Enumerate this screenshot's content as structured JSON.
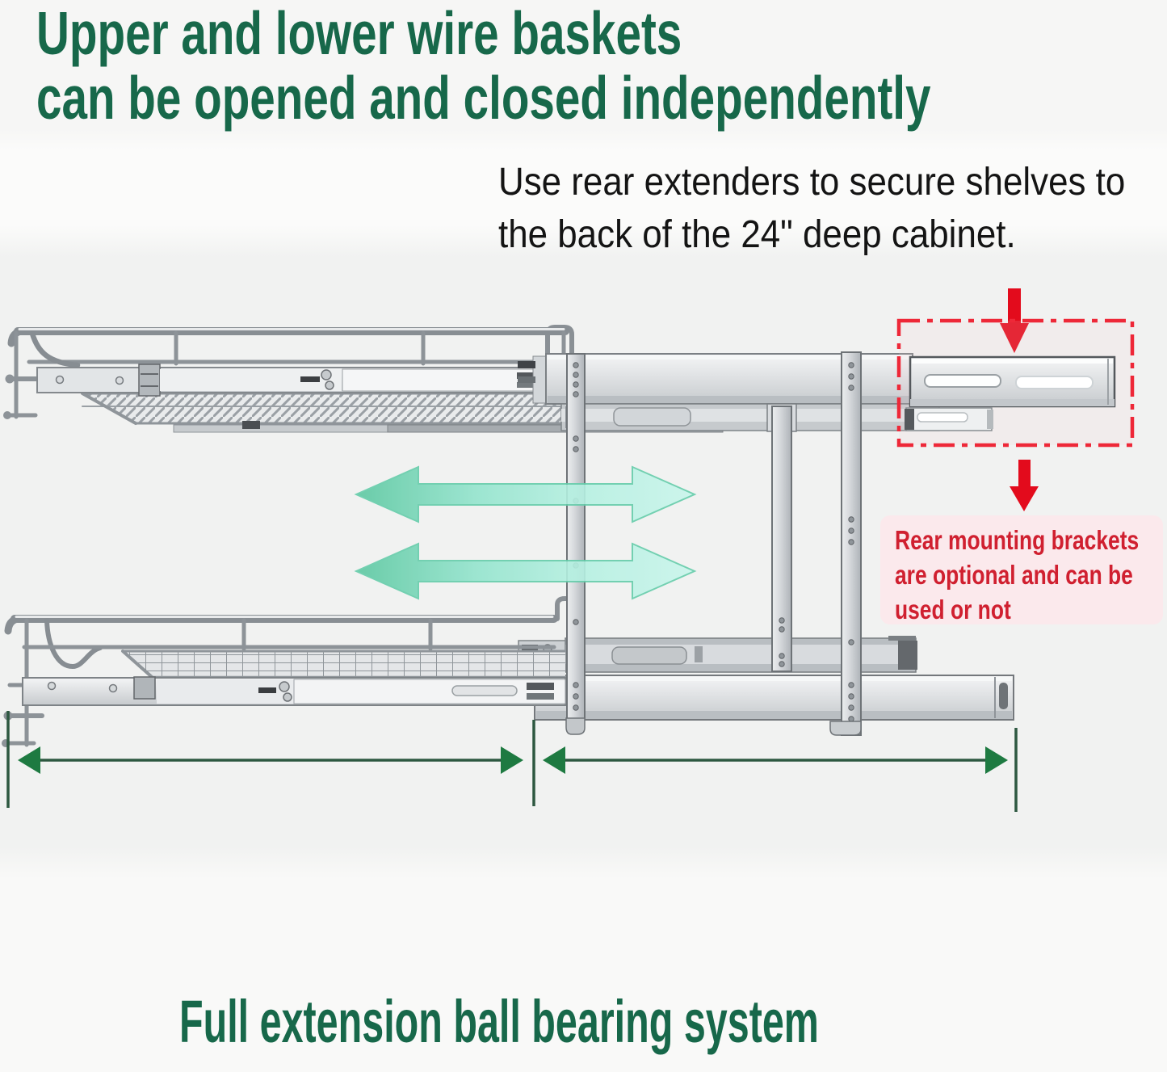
{
  "headline": {
    "line1": "Upper and lower wire baskets",
    "line2": "can be opened and closed independently",
    "color": "#17684a"
  },
  "note": {
    "line1": "Use rear extenders to secure shelves to",
    "line2": "the back of the 24\" deep cabinet.",
    "color": "#141414"
  },
  "callout": {
    "line1": "Rear mounting brackets",
    "line2": "are optional and can be",
    "line3": "used or not",
    "color": "#d02030",
    "bg": "#fbe9ec"
  },
  "footer": {
    "text": "Full extension ball bearing system",
    "color": "#17684a"
  },
  "colors": {
    "red_arrow": "#e30b1c",
    "dashed_box": "#ee2838",
    "slide_arrow_from": "#5cc8a1",
    "slide_arrow_to": "#c9f6ec",
    "dimension_line": "#2d5840",
    "dimension_arrow": "#1e7a41"
  },
  "diagram": {
    "subject": "two-tier pull-out wire basket cabinet organizer with both baskets extended",
    "parts": [
      "upper wire basket",
      "lower wire basket",
      "ball bearing slide rails",
      "mounting posts",
      "rear mounting bracket"
    ]
  }
}
